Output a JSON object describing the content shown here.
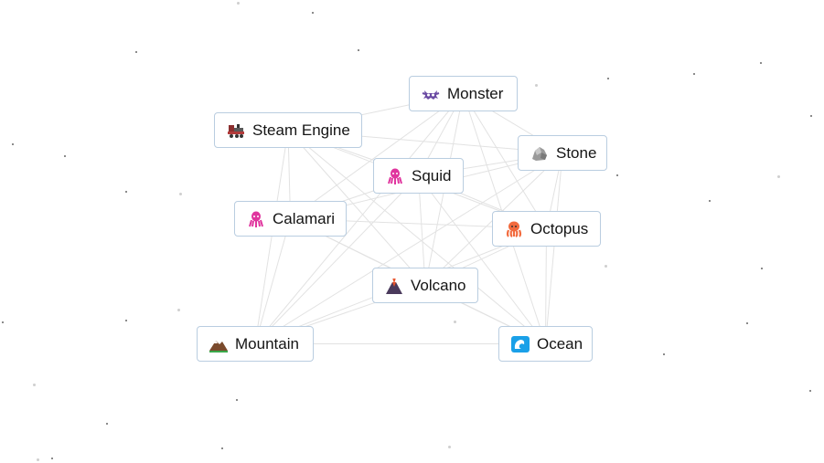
{
  "elements": [
    {
      "id": "monster",
      "label": "Monster",
      "icon": "monster-icon"
    },
    {
      "id": "steam-engine",
      "label": "Steam Engine",
      "icon": "locomotive-icon"
    },
    {
      "id": "stone",
      "label": "Stone",
      "icon": "rock-icon"
    },
    {
      "id": "squid",
      "label": "Squid",
      "icon": "squid-icon"
    },
    {
      "id": "calamari",
      "label": "Calamari",
      "icon": "squid-icon"
    },
    {
      "id": "octopus",
      "label": "Octopus",
      "icon": "octopus-icon"
    },
    {
      "id": "volcano",
      "label": "Volcano",
      "icon": "volcano-icon"
    },
    {
      "id": "mountain",
      "label": "Mountain",
      "icon": "mountain-icon"
    },
    {
      "id": "ocean",
      "label": "Ocean",
      "icon": "wave-icon"
    }
  ],
  "colors": {
    "tile_border": "#b9cde0",
    "connector": "#e2e2e2",
    "squid": "#e0359e",
    "octopus": "#f26a3d",
    "ocean": "#1aa0e8",
    "monster": "#7b4fa8"
  }
}
